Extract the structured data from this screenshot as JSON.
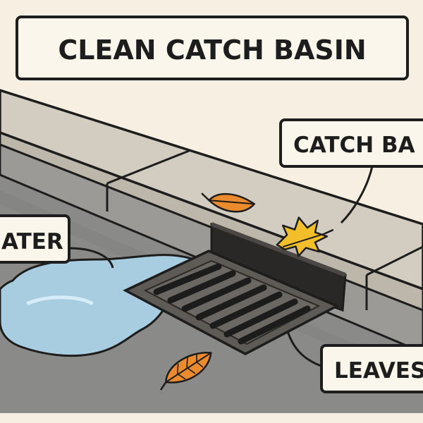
{
  "title": "CLEAN CATCH BASIN",
  "labels": {
    "catch_basin": "CATCH BA",
    "water": "ATER",
    "leaves": "LEAVES"
  },
  "colors": {
    "background": "#f7efe1",
    "outline": "#1d1d1d",
    "curb_top": "#d2ccc1",
    "curb_face": "#bdb6aa",
    "road": "#8a8a88",
    "water": "#a9cde0",
    "grate": "#5e5a56",
    "slot": "#1c1c1c",
    "leaf_orange": "#ec8a2e",
    "leaf_yellow": "#f2be2a"
  },
  "icons": [
    "maple-leaf-icon",
    "oak-leaf-icon"
  ]
}
